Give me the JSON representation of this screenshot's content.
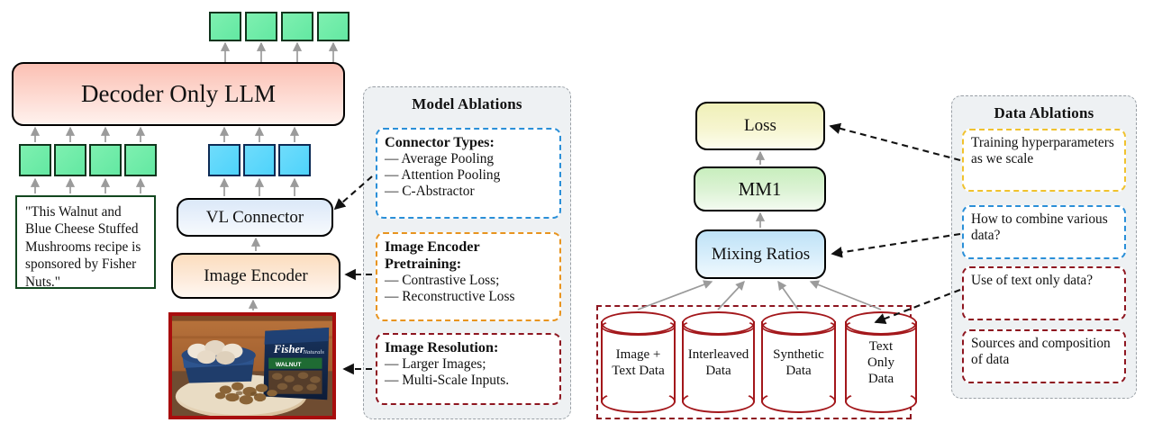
{
  "left_stack": {
    "decoder_label": "Decoder Only LLM",
    "vl_connector_label": "VL Connector",
    "image_encoder_label": "Image Encoder",
    "quote_text": "\"This Walnut and Blue Cheese Stuffed Mushrooms recipe is sponsored by Fisher Nuts.\"",
    "output_tokens": [
      "",
      "",
      "",
      ""
    ],
    "text_tokens": [
      "",
      "",
      "",
      ""
    ],
    "image_tokens": [
      "",
      "",
      ""
    ],
    "photo_alt": "Bowl of mushrooms and a Fisher Naturals walnut bag on a wooden board"
  },
  "model_ablations": {
    "title": "Model Ablations",
    "cards": [
      {
        "heading": "Connector Types:",
        "items": [
          "— Average Pooling",
          "— Attention Pooling",
          "— C-Abstractor"
        ],
        "color": "#2a8fd8"
      },
      {
        "heading": "Image Encoder Pretraining:",
        "heading_line1": "Image Encoder",
        "heading_line2": "Pretraining:",
        "items": [
          "— Contrastive Loss;",
          "— Reconstructive Loss"
        ],
        "color": "#e8941f"
      },
      {
        "heading": "Image Resolution:",
        "items": [
          "— Larger Images;",
          "— Multi-Scale Inputs."
        ],
        "color": "#8e1620"
      }
    ]
  },
  "right_stack": {
    "loss_label": "Loss",
    "mm1_label": "MM1",
    "mixing_ratios_label": "Mixing Ratios",
    "data_sources": [
      {
        "line1": "Image +",
        "line2": "Text Data",
        "line3": ""
      },
      {
        "line1": "Interleaved",
        "line2": "Data",
        "line3": ""
      },
      {
        "line1": "Synthetic",
        "line2": "Data",
        "line3": ""
      },
      {
        "line1": "Text",
        "line2": "Only",
        "line3": "Data"
      }
    ]
  },
  "data_ablations": {
    "title": "Data Ablations",
    "cards": [
      {
        "text": "Training hyperparameters as we scale",
        "color": "#f0c22e"
      },
      {
        "text": "How to combine various data?",
        "color": "#2a8fd8"
      },
      {
        "text": "Use of text only data?",
        "color": "#8e1620"
      },
      {
        "text": "Sources and composition of data",
        "color": "#8e1620"
      }
    ]
  },
  "colors": {
    "token_green": "#63e8a2",
    "token_blue": "#4ed3fb",
    "decoder_pink": "#fbc0b4",
    "panel_bg": "#eef1f3",
    "panel_border": "#9aa0a6",
    "accent_blue": "#2a8fd8",
    "accent_orange": "#e8941f",
    "accent_gold": "#f0c22e",
    "accent_darkred": "#8e1620",
    "photo_border": "#a80d0d",
    "quote_border": "#12471f",
    "cylinder_red": "#a3171b"
  }
}
